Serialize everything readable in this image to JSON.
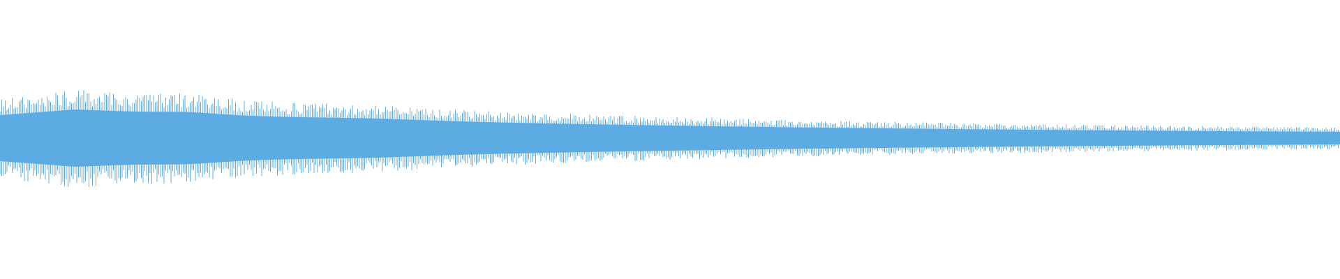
{
  "waveform": {
    "color": "#5DABE3",
    "background": "#FFFFFF",
    "envelope": {
      "peak_amplitude": 0.33,
      "settled_amplitude": 0.04,
      "shape": "early peak then gradual decay toward the right edge"
    }
  }
}
